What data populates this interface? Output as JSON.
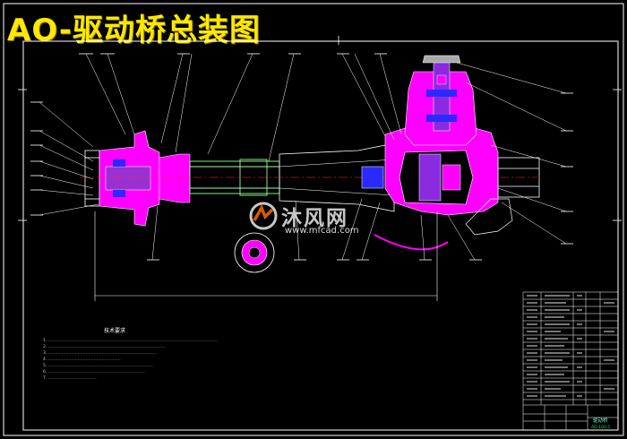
{
  "title": "AO-驱动桥总装图",
  "technical_requirements": {
    "heading": "技术要求",
    "items": [
      "1. ………………………………………………………………………………………………………………",
      "2. ……………………………………………………………………………",
      "3. ………………………………………………………………………",
      "4. ………………………………………………",
      "5. ……………………………………………………………………",
      "6. ………………………………………………………………",
      "7. ………………………………"
    ]
  },
  "watermark": {
    "brand": "沐风网",
    "url": "www.mfcad.com"
  },
  "title_block": {
    "drawing_name": "驱动桥",
    "drawing_number": "AO-100-1"
  },
  "colors": {
    "background": "#000000",
    "title": "#ffe800",
    "outline": "#ffffff",
    "housing": "#ff00ff",
    "section_hatch": "#8a2be2",
    "shaft": "#9aff9a",
    "leader_lines": "#ffffff",
    "centerline": "#ff3030",
    "hatch_blue": "#0000ff"
  },
  "icons": {
    "watermark_logo": "mfcad-logo-icon"
  }
}
